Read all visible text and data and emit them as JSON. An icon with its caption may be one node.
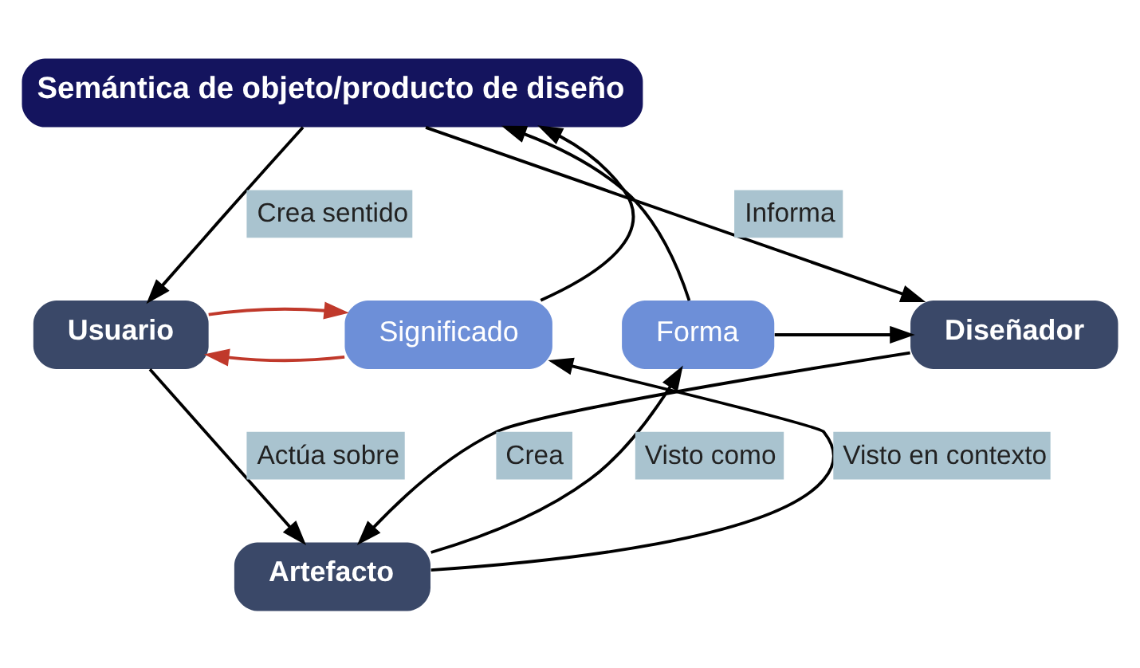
{
  "diagram": {
    "nodes": [
      {
        "text": [
          "Semántica de objeto/producto de diseño"
        ]
      },
      {
        "text": [
          "Diseñador"
        ]
      },
      {
        "text": [
          "Usuario"
        ]
      },
      {
        "text": [
          "Forma"
        ]
      },
      {
        "text": [
          "Significado"
        ]
      },
      {
        "text": [
          "Artefacto"
        ]
      }
    ],
    "edges": [
      {
        "from": 0,
        "to": 1,
        "arrow": "to",
        "label": "Informa"
      },
      {
        "from": 0,
        "to": 2,
        "arrow": "to",
        "label": "Crea sentido"
      },
      {
        "from": 3,
        "to": 0,
        "arrow": "to"
      },
      {
        "from": 4,
        "to": 0,
        "arrow": "to"
      },
      {
        "from": 3,
        "to": 1,
        "arrow": "to"
      },
      {
        "from": 4,
        "to": 2,
        "arrow": "to",
        "color": "#c0392b"
      },
      {
        "from": 2,
        "to": 4,
        "arrow": "to",
        "color": "#c0392b"
      },
      {
        "from": 5,
        "to": 3,
        "arrow": "to",
        "label": "Visto como"
      },
      {
        "from": 5,
        "to": 4,
        "arrow": "to",
        "label": "Visto en contexto"
      },
      {
        "from": 1,
        "to": 5,
        "arrow": "to",
        "label": "Crea"
      },
      {
        "from": 2,
        "to": 5,
        "arrow": "to",
        "label": "Actúa sobre"
      }
    ]
  }
}
